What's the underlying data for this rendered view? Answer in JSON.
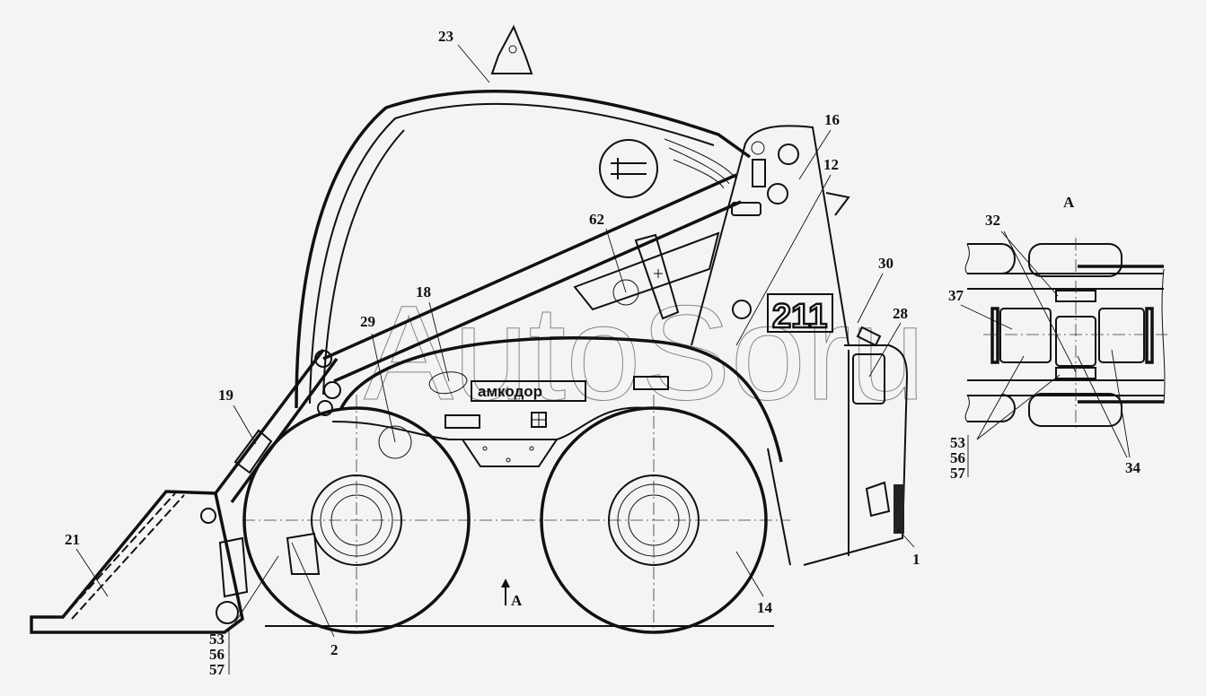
{
  "drawing": {
    "brand_logo": "амкодор",
    "model_plate": "211",
    "watermark": "AutoSoru",
    "view_marker": "A",
    "view_title": "A"
  },
  "callouts": {
    "c1": "1",
    "c2": "2",
    "c12": "12",
    "c14": "14",
    "c16": "16",
    "c18": "18",
    "c19": "19",
    "c21": "21",
    "c23": "23",
    "c28": "28",
    "c29": "29",
    "c30": "30",
    "c62": "62",
    "group_left": [
      "53",
      "56",
      "57"
    ]
  },
  "view_a_callouts": {
    "c32": "32",
    "c34": "34",
    "c37": "37",
    "group": [
      "53",
      "56",
      "57"
    ]
  }
}
